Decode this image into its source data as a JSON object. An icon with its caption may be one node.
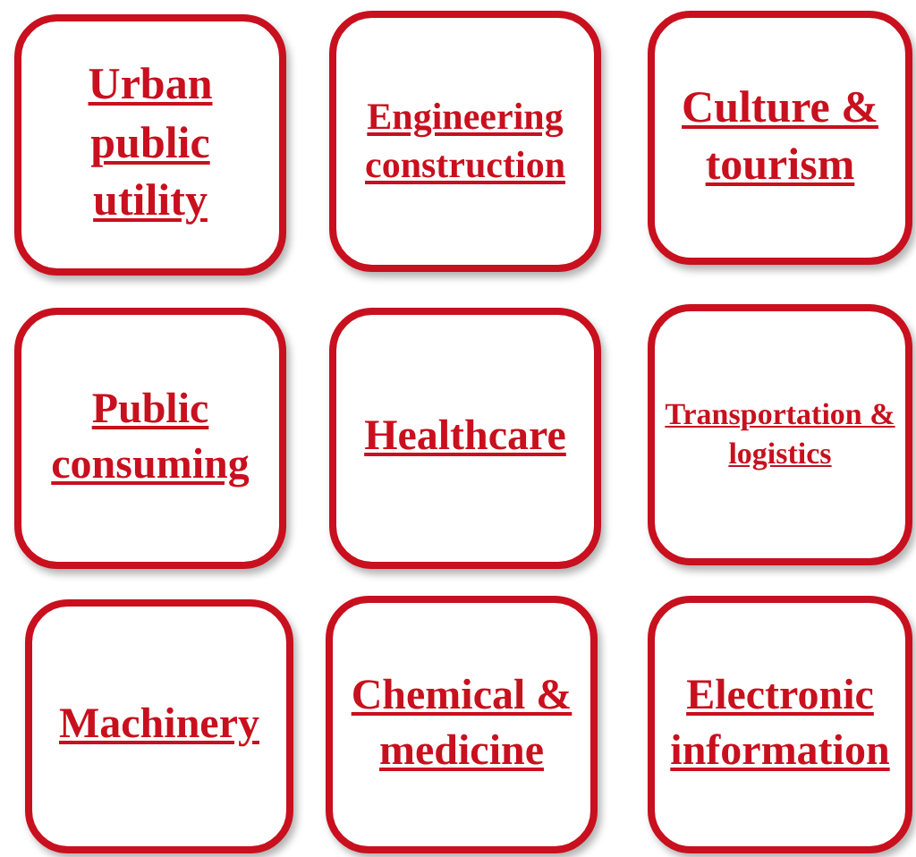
{
  "diagram": {
    "nodes": [
      {
        "text": [
          "Urban public utility"
        ]
      },
      {
        "text": [
          "Engineering construction"
        ]
      },
      {
        "text": [
          "Culture & tourism"
        ]
      },
      {
        "text": [
          "Public consuming"
        ]
      },
      {
        "text": [
          "Healthcare"
        ]
      },
      {
        "text": [
          "Transportation & logistics"
        ]
      },
      {
        "text": [
          "Machinery"
        ]
      },
      {
        "text": [
          "Chemical & medicine"
        ]
      },
      {
        "text": [
          "Electronic information"
        ]
      }
    ]
  }
}
